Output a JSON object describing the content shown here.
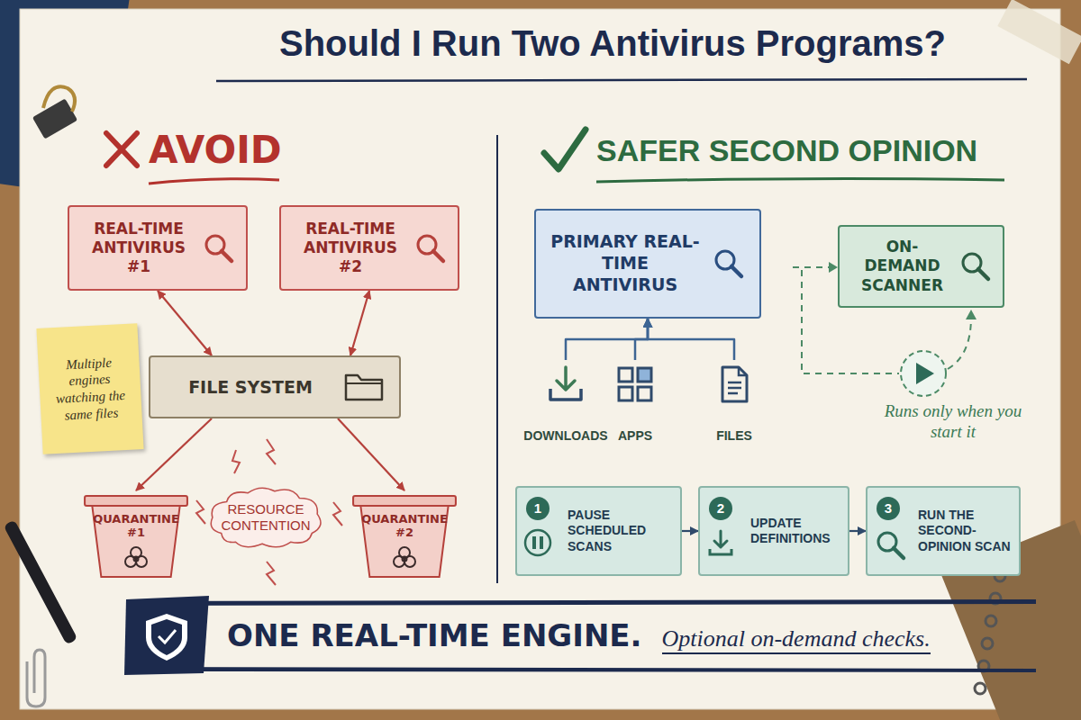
{
  "diagram": {
    "title": "Should I Run Two Antivirus Programs?",
    "nodes": [
      {
        "text": [
          "REAL-TIME ANTIVIRUS #1"
        ]
      },
      {
        "text": [
          "REAL-TIME ANTIVIRUS #2"
        ]
      },
      {
        "text": [
          "FILE SYSTEM"
        ]
      },
      {
        "text": [
          "Multiple engines watching the same files"
        ]
      },
      {
        "text": [
          "QUARANTINE #1"
        ]
      },
      {
        "text": [
          "RESOURCE CONTENTION"
        ]
      },
      {
        "text": [
          "QUARANTINE #2"
        ]
      },
      {
        "text": [
          "PRIMARY REAL-TIME ANTIVIRUS"
        ]
      },
      {
        "text": [
          "ON-DEMAND SCANNER"
        ]
      },
      {
        "text": [
          "DOWNLOADS"
        ]
      },
      {
        "text": [
          "APPS"
        ]
      },
      {
        "text": [
          "FILES"
        ]
      },
      {
        "text": [
          "1",
          "PAUSE SCHEDULED SCANS"
        ]
      },
      {
        "text": [
          "2",
          "UPDATE DEFINITIONS"
        ]
      },
      {
        "text": [
          "3",
          "RUN THE SECOND-OPINION SCAN"
        ]
      },
      {
        "text": [
          "ONE REAL-TIME ENGINE.",
          "Optional on-demand checks."
        ]
      }
    ],
    "edges": [
      {
        "from": 0,
        "to": 2,
        "arrow": "both"
      },
      {
        "from": 1,
        "to": 2,
        "arrow": "both"
      },
      {
        "from": 2,
        "to": 4,
        "arrow": "to"
      },
      {
        "from": 2,
        "to": 6,
        "arrow": "to"
      },
      {
        "from": 9,
        "to": 7,
        "arrow": "to"
      },
      {
        "from": 10,
        "to": 7,
        "arrow": "to"
      },
      {
        "from": 11,
        "to": 7,
        "arrow": "to"
      },
      {
        "from": 12,
        "to": 13,
        "arrow": "to"
      },
      {
        "from": 13,
        "to": 14,
        "arrow": "to"
      }
    ],
    "labels": [
      "AVOID",
      "SAFER SECOND OPINION",
      "Runs only when you start it"
    ]
  }
}
